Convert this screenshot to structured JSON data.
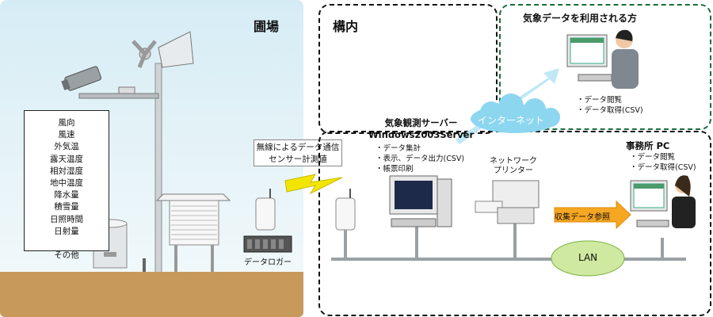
{
  "field": {
    "title": "圃場",
    "sensors": [
      "風向",
      "風速",
      "外気温",
      "露天温度",
      "相対湿度",
      "地中温度",
      "降水量",
      "積雪量",
      "日照時間",
      "日射量",
      "",
      "その他"
    ],
    "wireless_line1": "無線によるデータ通信",
    "wireless_line2": "センサー計測値",
    "logger_label": "データロガー"
  },
  "campus": {
    "title": "構内",
    "server_name_line1": "気象観測サーバー",
    "server_name_line2": "Windows2003Server",
    "server_items": [
      "・データ集計",
      "・表示、データ出力(CSV)",
      "・帳票印刷"
    ],
    "printer_line1": "ネットワーク",
    "printer_line2": "プリンター",
    "office_title": "事務所 PC",
    "office_items": [
      "・データ閲覧",
      "・データ取得(CSV)"
    ],
    "collect_label": "収集データ参照",
    "lan_label": "LAN"
  },
  "internet": {
    "label": "インターネット"
  },
  "users": {
    "title": "気象データを利用される方",
    "items": [
      "・データ閲覧",
      "・データ取得(CSV)"
    ]
  },
  "colors": {
    "users_border": "#1c6b3c",
    "lan": "#cfe9a0",
    "internet": "#8dd6f0",
    "ground": "#c79a5c",
    "arrow": "#f5a623"
  }
}
